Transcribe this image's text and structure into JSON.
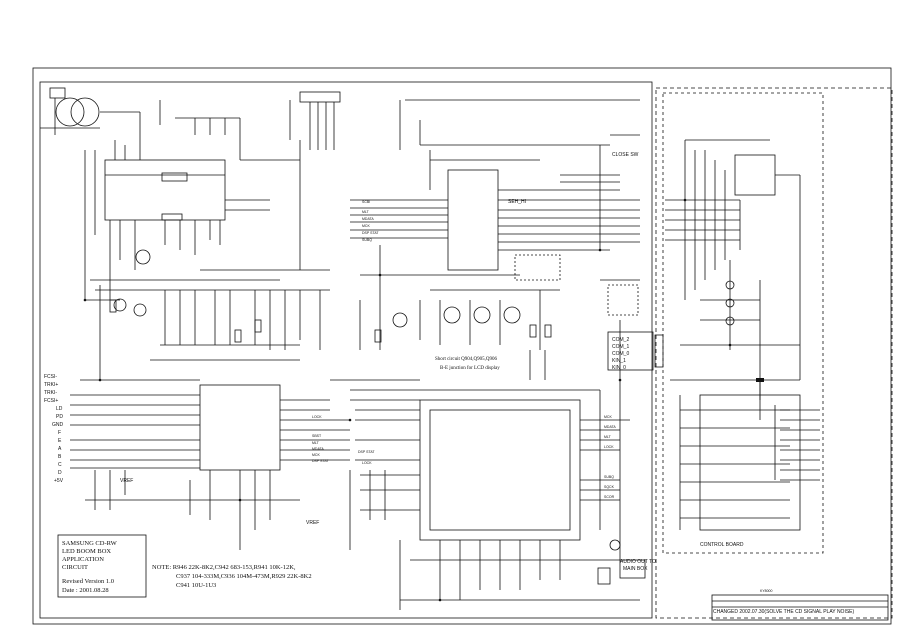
{
  "title_block": {
    "line1": "SAMSUNG CD-RW",
    "line2": "LED BOOM BOX",
    "line3": "APPLICATION",
    "line4": "CIRCUIT",
    "revised": "Revised Version 1.0",
    "date": "Date : 2001.08.28"
  },
  "note": {
    "line1": "NOTE: R946 22K-8K2,C942 683-153,R941 10K-12K,",
    "line2": "C937 104-333M,C936 104M-473M,R929 22K-8K2",
    "line3": "C941 10U-1U3"
  },
  "short_circuit": {
    "line1": "Short circuit  Q904,Q905,Q906",
    "line2": "B-E junction for LCD display"
  },
  "control_board": {
    "label": "CONTROL BOARD"
  },
  "close_sw": "CLOSE SW",
  "audio_out": {
    "line1": "AUDIO OUT TO",
    "line2": "MAIN BOX"
  },
  "changed": "CHANGED 2002.07.30(SOLVE THE CD SIGNAL PLAY NOISE)",
  "vref_left": "VREF",
  "vref_bottom": "VREF",
  "left_signals": [
    "FCSI-",
    "TRKI+",
    "TRKI-",
    "FCSI+",
    "LD",
    "PD",
    "GND",
    "F",
    "E",
    "A",
    "B",
    "C",
    "D",
    "+5V"
  ],
  "bus_signals": [
    "SCBI",
    "MLT",
    "MDATA",
    "MCK",
    "DSP STAT",
    "SUBQ"
  ],
  "ic_signals_left": [
    "LOCK",
    "SBST",
    "MLT",
    "MDATA",
    "MCK",
    "DSP STAT"
  ],
  "dsp_stat_label": "DSP STAT",
  "lock_label": "LOCK",
  "ic_signals_right": [
    "MCK",
    "MDATA",
    "MLT",
    "LOCK"
  ],
  "sub_signals": [
    "SUBQ",
    "SQCK",
    "SCOR"
  ],
  "seh_label": "SEH_HI",
  "com_signals": [
    "COM_2",
    "COM_1",
    "COM_0",
    "KIN_1",
    "KIN_0"
  ],
  "bottom_right_label": "KY8000",
  "cdrw_label": "CD-RW"
}
